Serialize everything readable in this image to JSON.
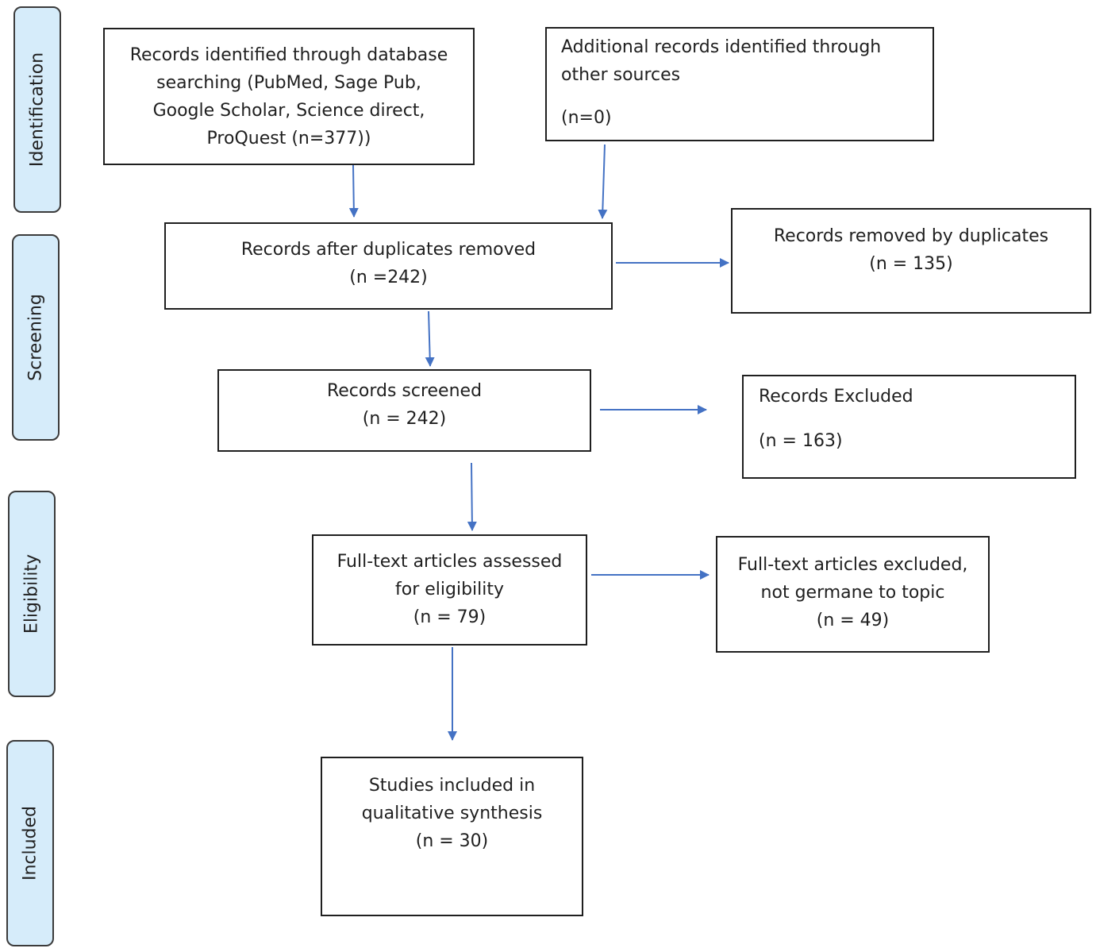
{
  "phases": {
    "identification": "Identification",
    "screening": "Screening",
    "eligibility": "Eligibility",
    "included": "Included"
  },
  "boxes": {
    "database_records": {
      "lines": [
        "Records identified through database",
        "searching (PubMed, Sage Pub,",
        "Google Scholar, Science direct,",
        "ProQuest (n=377))"
      ]
    },
    "additional_records": {
      "lines": [
        "Additional records identified through",
        "other sources"
      ],
      "count": "(n=0)"
    },
    "after_duplicates": {
      "lines": [
        "Records after duplicates removed",
        "(n =242)"
      ]
    },
    "removed_duplicates": {
      "lines": [
        "Records removed by duplicates",
        "(n = 135)"
      ]
    },
    "screened": {
      "lines": [
        "Records screened",
        "(n = 242)"
      ]
    },
    "excluded": {
      "lines": [
        "Records Excluded"
      ],
      "count": "(n = 163)"
    },
    "full_text_assessed": {
      "lines": [
        "Full-text articles assessed",
        "for eligibility",
        "(n = 79)"
      ]
    },
    "full_text_excluded": {
      "lines": [
        "Full-text articles excluded,",
        "not germane to topic",
        "(n = 49)"
      ]
    },
    "included_studies": {
      "lines": [
        "Studies included in",
        "qualitative synthesis",
        "(n = 30)"
      ]
    }
  },
  "colors": {
    "arrow": "#4472c4",
    "phase_fill": "#d6ecfa",
    "box_border": "#1f1f1f"
  }
}
